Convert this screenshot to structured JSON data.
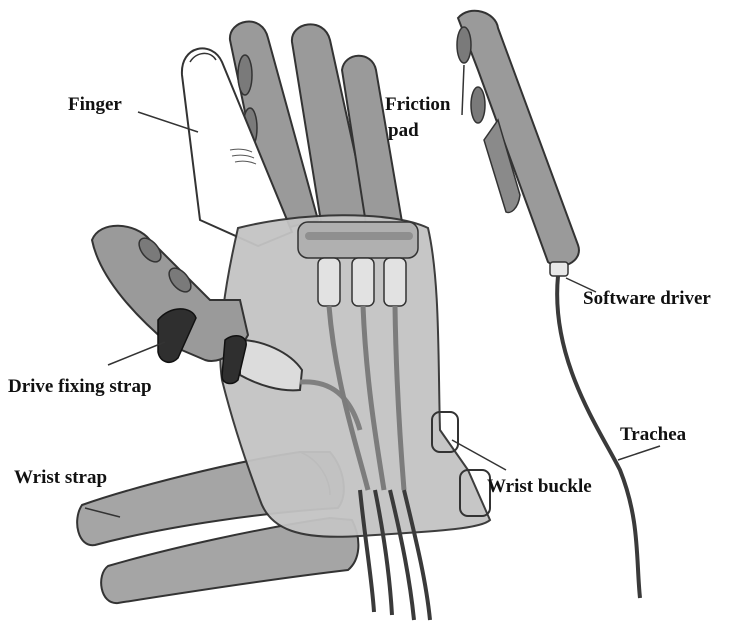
{
  "labels": {
    "finger": "Finger",
    "friction_pad_line1": "Friction",
    "friction_pad_line2": "pad",
    "software_driver": "Software driver",
    "drive_fixing_strap": "Drive fixing strap",
    "trachea": "Trachea",
    "wrist_strap": "Wrist strap",
    "wrist_buckle": "Wrist buckle"
  },
  "colors": {
    "device_gray": "#9a9a9a",
    "palm_fill": "#c4c4c4",
    "outline": "#333333",
    "tube": "#3a3a3a",
    "strap_dark": "#2f2f2f"
  }
}
